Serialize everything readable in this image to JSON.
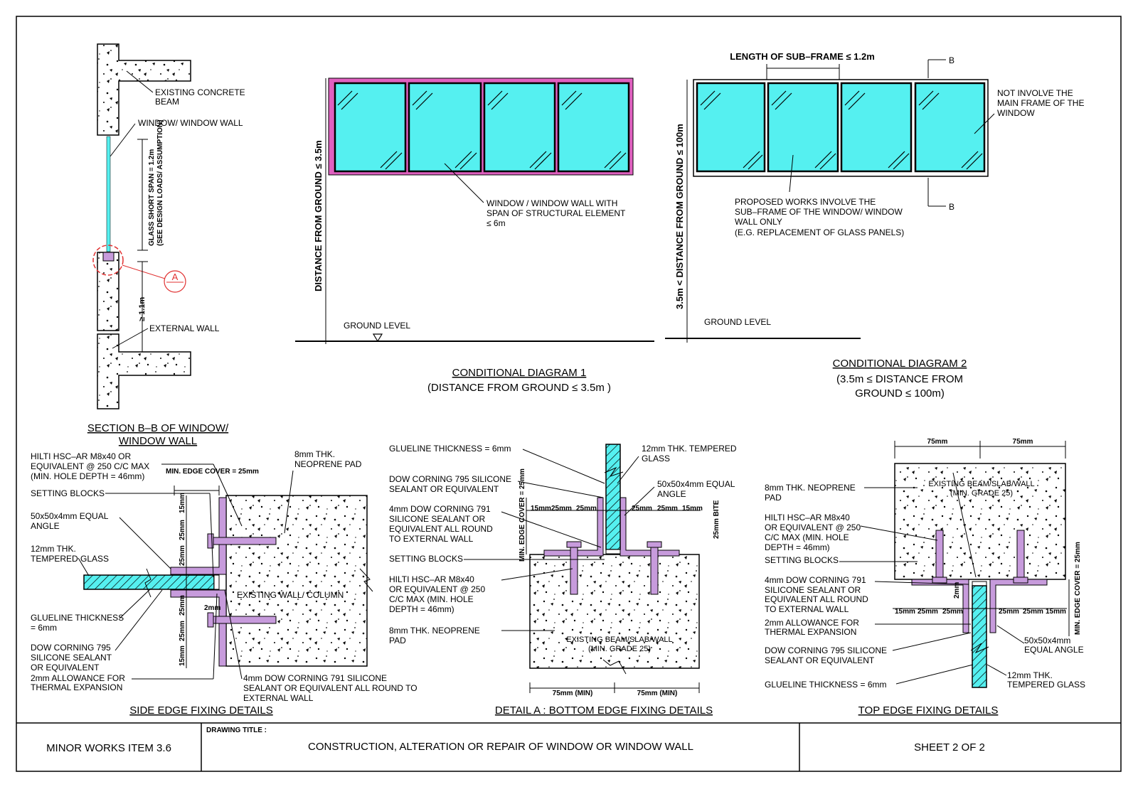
{
  "colors": {
    "glass": "#55f0f0",
    "frame": "#e060c0",
    "angle": "#c79bdc",
    "marker": "#e03030"
  },
  "section": {
    "beam_label": [
      "EXISTING CONCRETE",
      "BEAM"
    ],
    "window_label": "WINDOW/ WINDOW WALL",
    "span_label": [
      "GLASS SHORT SPAN = 1.2m",
      "(SEE DESIGN LOADS/ ASSUMPTION)"
    ],
    "height_label": "≥ 1.1m",
    "wall_label": "EXTERNAL WALL",
    "marker": "A",
    "title": [
      "SECTION B–B OF WINDOW/",
      "WINDOW WALL"
    ]
  },
  "diagram1": {
    "distance_label": "DISTANCE FROM GROUND ≤ 3.5m",
    "window_label": [
      "WINDOW / WINDOW WALL WITH",
      "SPAN OF STRUCTURAL ELEMENT",
      "≤ 6m"
    ],
    "ground_label": "GROUND LEVEL",
    "title": "CONDITIONAL DIAGRAM 1",
    "subtitle": "(DISTANCE FROM GROUND ≤ 3.5m )"
  },
  "diagram2": {
    "subframe_label": "LENGTH OF SUB–FRAME ≤ 1.2m",
    "section_mark": "B",
    "main_frame_label": [
      "NOT INVOLVE THE",
      "MAIN FRAME OF THE",
      "WINDOW"
    ],
    "proposed_label": [
      "PROPOSED WORKS INVOLVE THE",
      "SUB–FRAME OF THE WINDOW/ WINDOW",
      "WALL ONLY",
      "(E.G. REPLACEMENT OF GLASS PANELS)"
    ],
    "distance_label": "3.5m < DISTANCE FROM GROUND ≤ 100m",
    "ground_label": "GROUND LEVEL",
    "title": "CONDITIONAL DIAGRAM 2",
    "subtitle": [
      "(3.5m ≤ DISTANCE FROM",
      "GROUND ≤ 100m)"
    ]
  },
  "side_detail": {
    "labels": {
      "hilti": [
        "HILTI HSC–AR M8x40 OR",
        "EQUIVALENT @ 250 C/C MAX",
        "(MIN. HOLE DEPTH = 46mm)"
      ],
      "setting": "SETTING BLOCKS",
      "angle": [
        "50x50x4mm EQUAL",
        "ANGLE"
      ],
      "glass": [
        "12mm THK.",
        "TEMPERED GLASS"
      ],
      "glueline": [
        "GLUELINE THICKNESS",
        "= 6mm"
      ],
      "dow795": [
        "DOW CORNING 795",
        "SILICONE SEALANT",
        "OR EQUIVALENT"
      ],
      "allowance": [
        "2mm ALLOWANCE FOR",
        "THERMAL EXPANSION"
      ],
      "neoprene": [
        "8mm THK.",
        "NEOPRENE PAD"
      ],
      "edge_cover": "MIN. EDGE COVER = 25mm",
      "wall": "EXISTING WALL/ COLUMN",
      "dow791": [
        "4mm DOW CORNING 791 SILICONE",
        "SEALANT OR EQUIVALENT ALL ROUND TO",
        "EXTERNAL WALL"
      ],
      "gap": "2mm",
      "dims_top": [
        "15mm",
        "25mm",
        "25mm"
      ],
      "dims_bot": [
        "25mm",
        "25mm",
        "15mm"
      ]
    },
    "title": "SIDE EDGE FIXING DETAILS"
  },
  "bottom_detail": {
    "labels": {
      "glueline": "GLUELINE THICKNESS = 6mm",
      "dow795": [
        "DOW CORNING 795 SILICONE",
        "SEALANT OR EQUIVALENT"
      ],
      "dow791": [
        "4mm DOW CORNING 791",
        "SILICONE SEALANT OR",
        "EQUIVALENT ALL ROUND",
        "TO EXTERNAL WALL"
      ],
      "setting": "SETTING BLOCKS",
      "hilti": [
        "HILTI HSC–AR M8x40",
        "OR EQUIVALENT @ 250",
        "C/C MAX (MIN. HOLE",
        "DEPTH = 46mm)"
      ],
      "neoprene": [
        "8mm THK. NEOPRENE",
        "PAD"
      ],
      "glass": [
        "12mm THK. TEMPERED",
        "GLASS"
      ],
      "angle": [
        "50x50x4mm EQUAL",
        "ANGLE"
      ],
      "edge_cover": "MIN. EDGE COVER = 25mm",
      "bite": "25mm BITE",
      "dims_left": [
        "15mm",
        "25mm",
        "25mm"
      ],
      "dims_right": [
        "25mm",
        "25mm",
        "15mm"
      ],
      "beam": [
        "EXISTING BEAM/SLAB/WALL",
        "(MIN. GRADE 25)"
      ],
      "dim_min": [
        "75mm (MIN)",
        "75mm (MIN)"
      ]
    },
    "title": "DETAIL A : BOTTOM EDGE FIXING DETAILS"
  },
  "top_detail": {
    "labels": {
      "dim_top": [
        "75mm",
        "75mm"
      ],
      "beam": [
        "EXISTING BEAM/SLAB/WALL",
        "(MIN. GRADE 25)"
      ],
      "neoprene": [
        "8mm THK. NEOPRENE",
        "PAD"
      ],
      "hilti": [
        "HILTI HSC–AR M8x40",
        "OR EQUIVALENT @ 250",
        "C/C MAX (MIN. HOLE",
        "DEPTH = 46mm)"
      ],
      "setting": "SETTING BLOCKS",
      "dow791": [
        "4mm DOW CORNING 791",
        "SILICONE SEALANT OR",
        "EQUIVALENT ALL ROUND",
        "TO EXTERNAL WALL"
      ],
      "allowance": [
        "2mm ALLOWANCE FOR",
        "THERMAL EXPANSION"
      ],
      "dow795": [
        "DOW CORNING 795 SILICONE",
        "SEALANT OR EQUIVALENT"
      ],
      "glueline": "GLUELINE THICKNESS = 6mm",
      "angle": [
        "50x50x4mm",
        "EQUAL ANGLE"
      ],
      "glass": [
        "12mm THK.",
        "TEMPERED GLASS"
      ],
      "gap": "2mm",
      "edge_cover": "MIN. EDGE COVER = 25mm",
      "dims_left": [
        "15mm",
        "25mm",
        "25mm"
      ],
      "dims_right": [
        "25mm",
        "25mm",
        "15mm"
      ]
    },
    "title": "TOP EDGE FIXING DETAILS"
  },
  "title_block": {
    "item": "MINOR WORKS ITEM 3.6",
    "drawing_title_label": "DRAWING TITLE :",
    "drawing_title": "CONSTRUCTION, ALTERATION OR REPAIR OF WINDOW OR WINDOW WALL",
    "sheet": "SHEET 2 OF 2"
  }
}
